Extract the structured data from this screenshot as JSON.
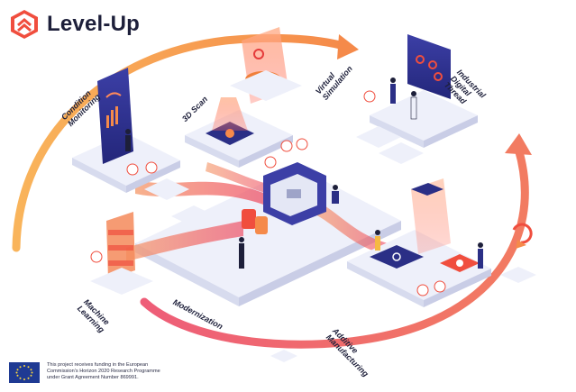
{
  "brand": {
    "title": "Level-Up",
    "logo_icon": "level-up-shield-icon",
    "accent_color": "#f04e3e"
  },
  "stages": {
    "condition_monitoring": {
      "line1": "Condition",
      "line2": "Monitoring"
    },
    "scan_3d": {
      "line1": "3D Scan"
    },
    "virtual_simulation": {
      "line1": "Virtual",
      "line2": "Simulation"
    },
    "industrial_digital_thread": {
      "line1": "Industrial",
      "line2": "Digital",
      "line3": "Thread"
    },
    "machine_learning": {
      "line1": "Machine",
      "line2": "Learning"
    },
    "modernization": {
      "line1": "Modernization"
    },
    "additive_manufacturing": {
      "line1": "Additive",
      "line2": "Manufacturing"
    }
  },
  "footer": {
    "flag_icon": "eu-flag-icon",
    "line1": "This project receives funding in the European",
    "line2": "Commission's Horizon 2020 Research Programme",
    "line3": "under Grant Agreement Number 869991."
  },
  "colors": {
    "flow_orange": "#f8a24a",
    "flow_pink": "#ef5a6f",
    "platform": "#eef0fa",
    "platform_side": "#d7dbee",
    "navy": "#2b2f86",
    "dark": "#1d1f3a"
  }
}
